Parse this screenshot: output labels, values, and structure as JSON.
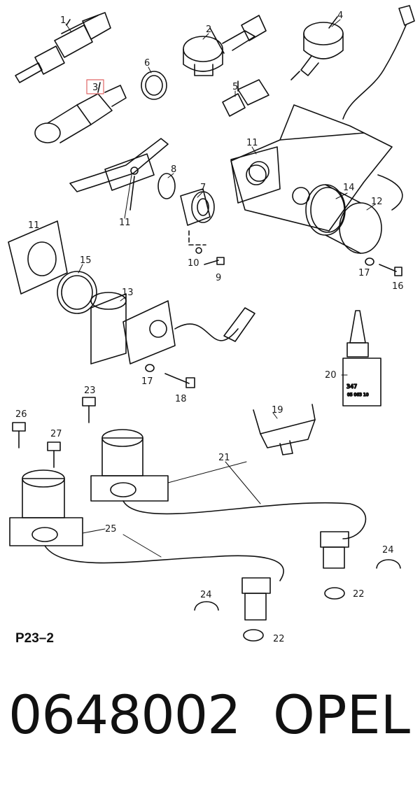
{
  "figure": {
    "code": "P23–2",
    "highlight_color": "#e06666",
    "callouts": [
      {
        "id": "c1",
        "label": "1"
      },
      {
        "id": "c2",
        "label": "2"
      },
      {
        "id": "c3",
        "label": "3",
        "highlighted": true
      },
      {
        "id": "c4",
        "label": "4"
      },
      {
        "id": "c5",
        "label": "5"
      },
      {
        "id": "c6",
        "label": "6"
      },
      {
        "id": "c7",
        "label": "7"
      },
      {
        "id": "c8",
        "label": "8"
      },
      {
        "id": "c9",
        "label": "9"
      },
      {
        "id": "c10",
        "label": "10"
      },
      {
        "id": "c11a",
        "label": "11"
      },
      {
        "id": "c11b",
        "label": "11"
      },
      {
        "id": "c11c",
        "label": "11"
      },
      {
        "id": "c12",
        "label": "12"
      },
      {
        "id": "c13",
        "label": "13"
      },
      {
        "id": "c14",
        "label": "14"
      },
      {
        "id": "c15",
        "label": "15"
      },
      {
        "id": "c16",
        "label": "16"
      },
      {
        "id": "c17a",
        "label": "17"
      },
      {
        "id": "c17b",
        "label": "17"
      },
      {
        "id": "c18",
        "label": "18"
      },
      {
        "id": "c19",
        "label": "19"
      },
      {
        "id": "c20",
        "label": "20"
      },
      {
        "id": "c21",
        "label": "21"
      },
      {
        "id": "c22a",
        "label": "22"
      },
      {
        "id": "c22b",
        "label": "22"
      },
      {
        "id": "c23",
        "label": "23"
      },
      {
        "id": "c24a",
        "label": "24"
      },
      {
        "id": "c24b",
        "label": "24"
      },
      {
        "id": "c25",
        "label": "25"
      },
      {
        "id": "c26",
        "label": "26"
      },
      {
        "id": "c27",
        "label": "27"
      }
    ],
    "bottle_text": {
      "line1": "347",
      "line2": "05 063 10"
    }
  },
  "footer": {
    "part_number": "0648002",
    "brand": "OPEL"
  }
}
